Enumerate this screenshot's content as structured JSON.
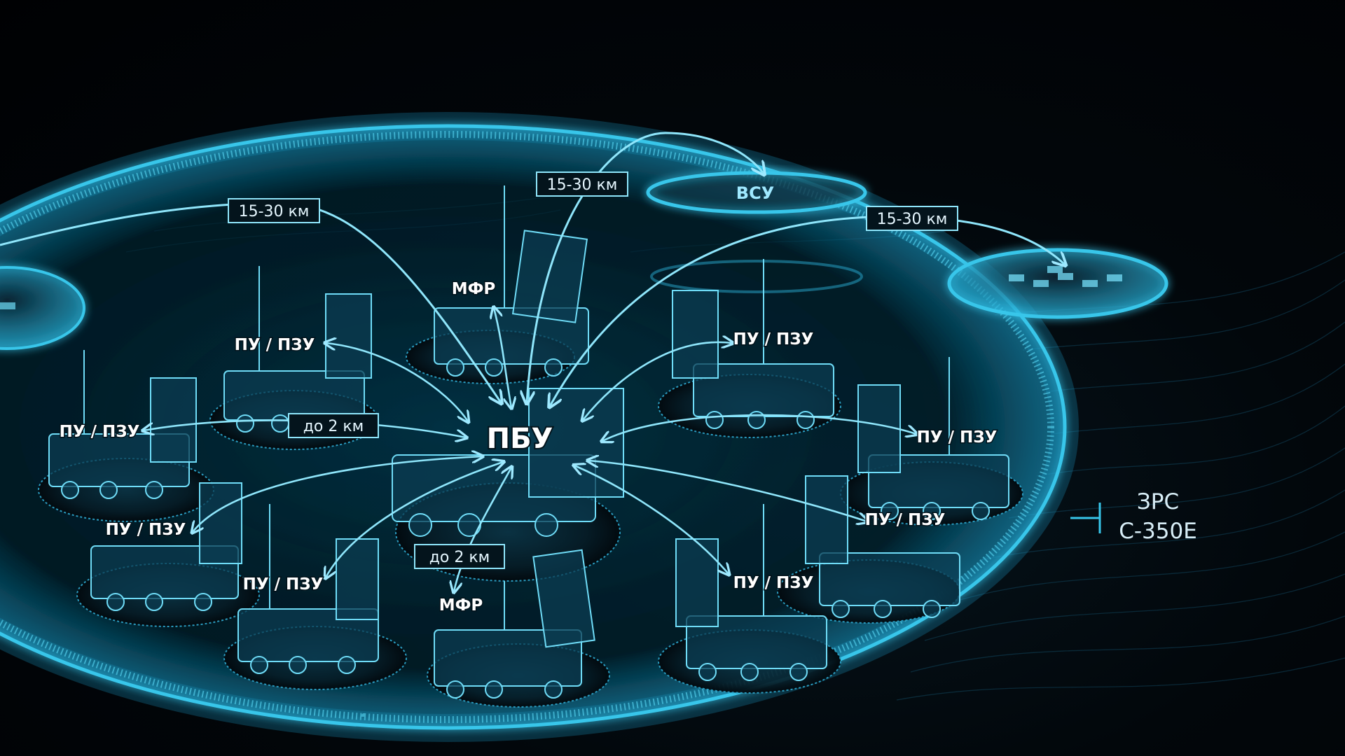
{
  "labels": {
    "center": "ПБУ",
    "launcher": "ПУ / ПЗУ",
    "radar": "МФР",
    "command_post": "ВСУ",
    "range_long": "15-30 км",
    "range_short": "до 2 км"
  },
  "system": {
    "line1": "ЗРС",
    "line2": "С-350Е"
  },
  "colors": {
    "accent": "#37c6ea",
    "glow": "#1aa7d6",
    "background": "#010204",
    "text": "#ffffff"
  }
}
